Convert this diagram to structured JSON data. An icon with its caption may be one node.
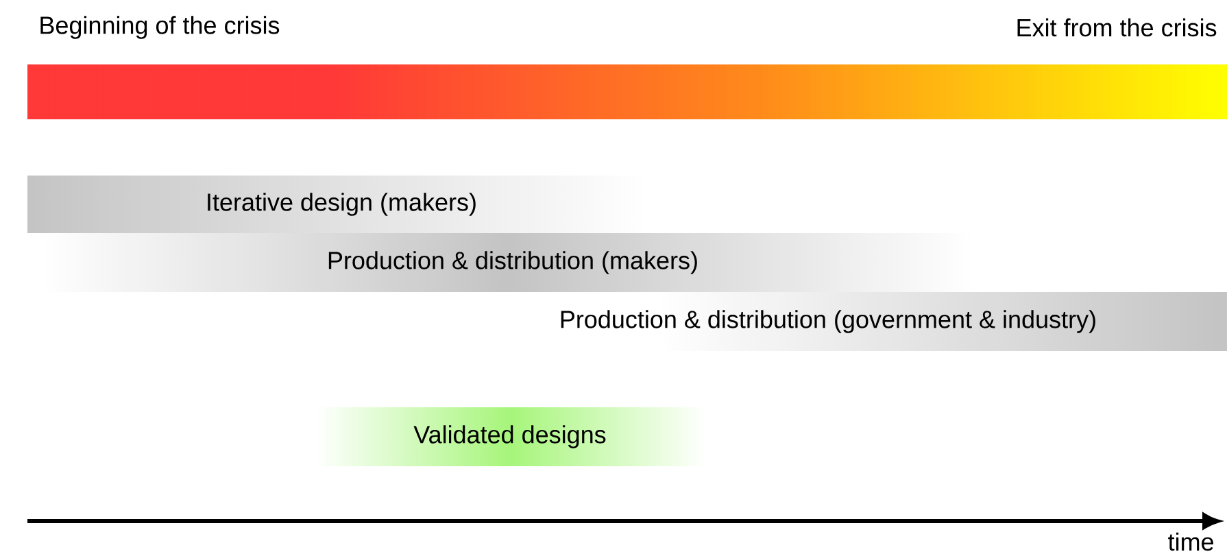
{
  "diagram": {
    "nodes": [
      {
        "text": [],
        "shape": "bar"
      },
      {
        "text": [
          "Iterative design (makers)"
        ]
      },
      {
        "text": [
          "Production & distribution (makers)"
        ]
      },
      {
        "text": [
          "Production & distribution (government & industry)"
        ]
      },
      {
        "text": [
          "Validated designs"
        ]
      }
    ],
    "labels": [
      "Beginning of the crisis",
      "Exit from the crisis",
      "time"
    ]
  }
}
